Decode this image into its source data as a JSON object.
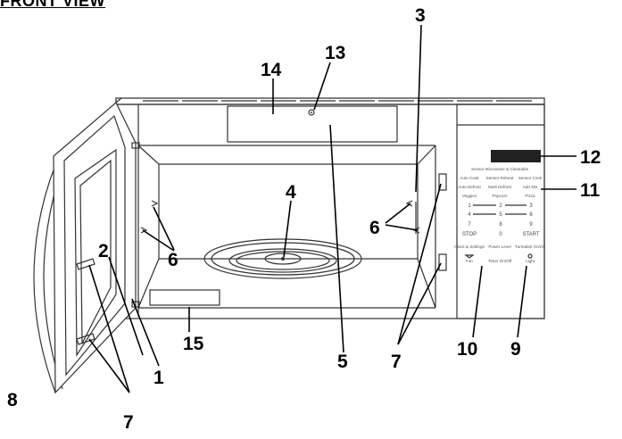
{
  "title": "FRONT VIEW",
  "callouts": {
    "c1": "1",
    "c2": "2",
    "c3": "3",
    "c4": "4",
    "c5": "5",
    "c6a": "6",
    "c6b": "6",
    "c7a": "7",
    "c7b": "7",
    "c8": "8",
    "c9": "9",
    "c10": "10",
    "c11": "11",
    "c12": "12",
    "c13": "13",
    "c14": "14",
    "c15": "15"
  },
  "keypad": {
    "header": "Sensor Microwave & Cleanable",
    "row1": [
      "Auto Cook",
      "Sensor Reheat",
      "Sensor Cook"
    ],
    "row2": [
      "Auto Defrost",
      "Multi Defrost",
      "Add 30s"
    ],
    "row3": [
      "Veggies",
      "Popcorn",
      "Pizza"
    ],
    "n1": "1",
    "n2": "2",
    "n3": "3",
    "n4": "4",
    "n5": "5",
    "n6": "6",
    "n7": "7",
    "n8": "8",
    "n9": "9",
    "stop": "STOP",
    "n0": "0",
    "start": "START",
    "row6": [
      "Clock & Settings",
      "Power Level",
      "Turntable On/Off"
    ],
    "row7": [
      "Fan",
      "Timer On/Off",
      "Light"
    ]
  }
}
